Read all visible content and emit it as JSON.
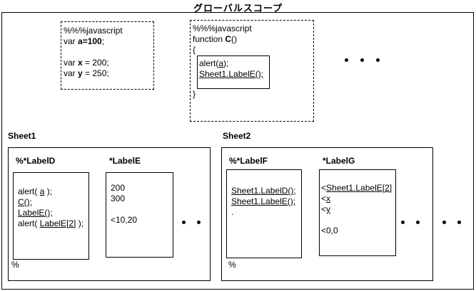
{
  "colors": {
    "ink": "#000000",
    "paper": "#ffffff"
  },
  "title": "グローバルスコープ",
  "global_scope": {
    "script1": {
      "lines": [
        {
          "pre": "%%%javascript"
        },
        {
          "pre": "var ",
          "b": "a=100",
          "post": ";"
        },
        {},
        {
          "pre": "var ",
          "b": "x",
          "post": " = 200;"
        },
        {
          "pre": "var ",
          "b": "y",
          "post": " = 250;"
        }
      ]
    },
    "script2": {
      "line1": {
        "pre": "%%%javascript"
      },
      "line2": {
        "pre": "function ",
        "b": "C",
        "post": "()"
      },
      "open_brace": "{",
      "body": [
        {
          "pre": "alert(",
          "u": "a",
          "post": ");"
        },
        {
          "u": "Sheet1.LabelE();"
        }
      ],
      "close_brace": "}"
    }
  },
  "sheet1": {
    "title": "Sheet1",
    "label_d": {
      "header": "%*LabelD",
      "lines": [
        {
          "pre": "alert( ",
          "u": "a",
          "post": " );"
        },
        {
          "u": "C();"
        },
        {
          "u": "LabelE();"
        },
        {
          "pre": "alert( ",
          "u": "LabelE[2]",
          "post": " );"
        }
      ]
    },
    "label_e": {
      "header": "*LabelE",
      "lines": [
        {
          "pre": "200"
        },
        {
          "pre": "300"
        },
        {},
        {
          "pre": "<10,20"
        }
      ]
    },
    "footer": "%"
  },
  "sheet2": {
    "title": "Sheet2",
    "label_f": {
      "header": "%*LabelF",
      "lines": [
        {
          "u": "Sheet1.LabelD();"
        },
        {
          "u": "Sheet1.LabelE();"
        },
        {
          "pre": "."
        }
      ]
    },
    "label_g": {
      "header": "*LabelG",
      "lines": [
        {
          "pre": "<",
          "u": "Sheet1.LabelE[2]"
        },
        {
          "pre": "<",
          "u": "x"
        },
        {
          "pre": "<",
          "u": "y"
        },
        {},
        {
          "pre": "<0,0"
        }
      ]
    },
    "footer": "%"
  }
}
